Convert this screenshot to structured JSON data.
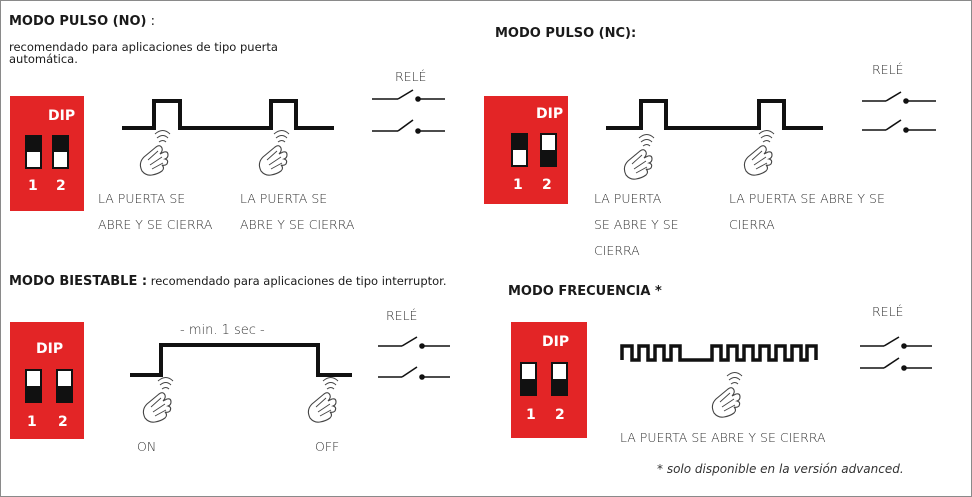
{
  "colors": {
    "dip_red": "#e32526",
    "line": "#111111",
    "accent_text": "#333333"
  },
  "no": {
    "title": "MODO PULSO (NO)",
    "title_colon": " :",
    "desc": "recomendado para aplicaciones de tipo puerta automática.",
    "relay": "RELÉ",
    "dip_label": "DIP",
    "sw1": "1",
    "sw2": "2",
    "cap1a": "LA PUERTA SE",
    "cap1b": "ABRE Y SE CIERRA",
    "cap2a": "LA PUERTA SE",
    "cap2b": "ABRE Y SE CIERRA"
  },
  "nc": {
    "title": "MODO PULSO (NC):",
    "relay": "RELÉ",
    "dip_label": "DIP",
    "sw1": "1",
    "sw2": "2",
    "cap1a": "LA PUERTA",
    "cap1b": "SE ABRE Y SE",
    "cap1c": "CIERRA",
    "cap2a": "LA PUERTA SE ABRE Y SE",
    "cap2b": "CIERRA"
  },
  "bi": {
    "title": "MODO BIESTABLE :",
    "desc": " recomendado para aplicaciones de tipo interruptor.",
    "relay": "RELÉ",
    "dip_label": "DIP",
    "sw1": "1",
    "sw2": "2",
    "duration": "- min. 1 sec -",
    "on": "ON",
    "off": "OFF"
  },
  "fr": {
    "title": "MODO FRECUENCIA *",
    "relay": "RELÉ",
    "dip_label": "DIP",
    "sw1": "1",
    "sw2": "2",
    "cap": "LA PUERTA SE ABRE Y SE CIERRA"
  },
  "footnote": "* solo disponible en la versión advanced."
}
